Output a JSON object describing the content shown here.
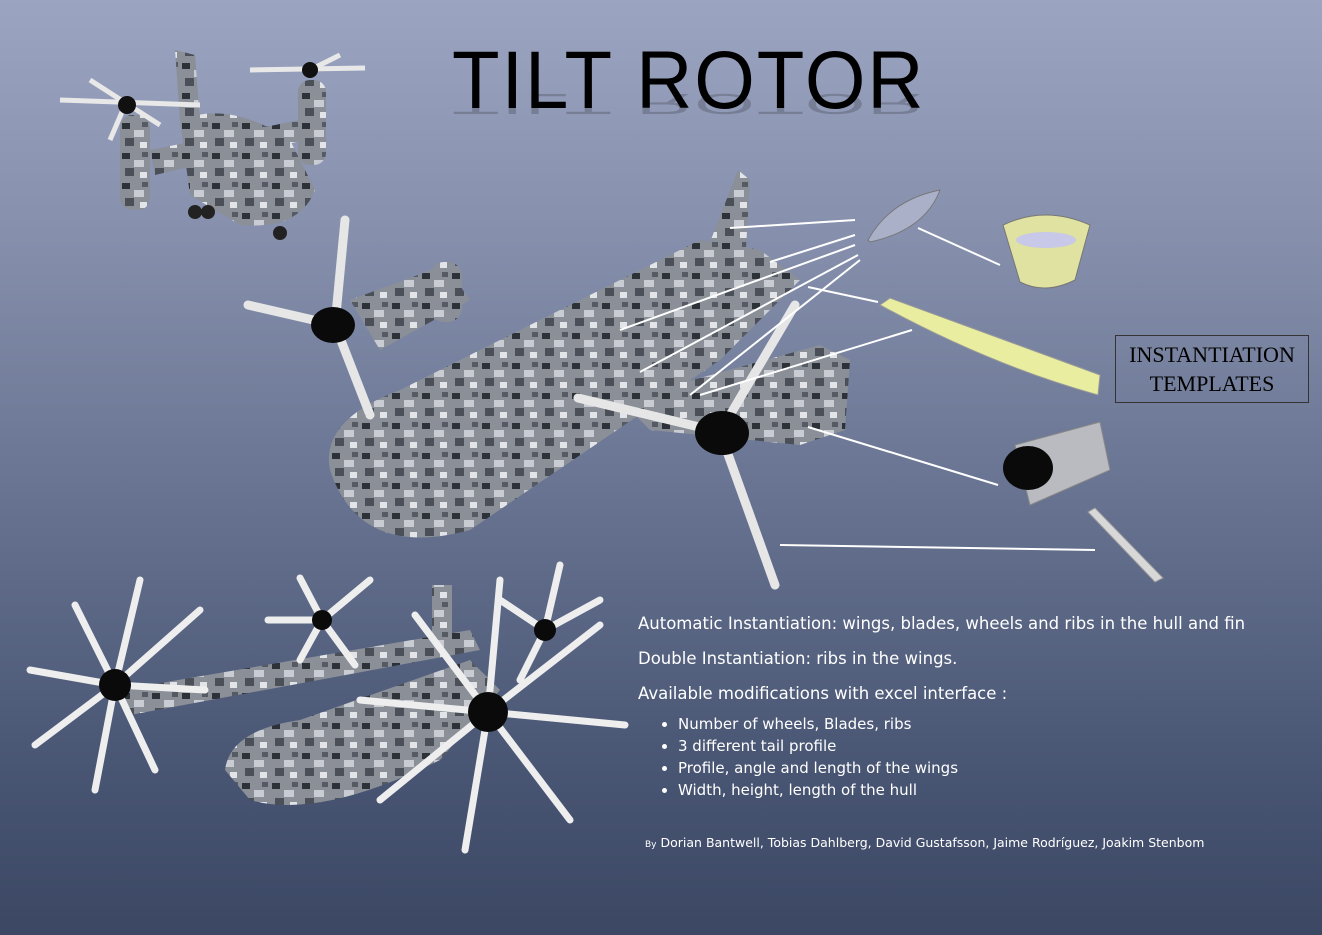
{
  "title": "TILT ROTOR",
  "templates_label": {
    "line1": "INSTANTIATION",
    "line2": "TEMPLATES"
  },
  "info": {
    "automatic": "Automatic Instantiation: wings, blades, wheels and ribs in the hull and fin",
    "double": "Double Instantiation: ribs in the wings.",
    "modifications_heading": "Available modifications with excel interface :",
    "modifications": [
      "Number of wheels, Blades, ribs",
      "3 different tail profile",
      "Profile, angle and length of the wings",
      "Width, height, length of the hull"
    ]
  },
  "authors": {
    "prefix": "By",
    "names": "Dorian Bantwell, Tobias Dahlberg, David Gustafsson, Jaime Rodríguez, Joakim Stenbom"
  },
  "colors": {
    "hull": "#6f747c",
    "template_wing": "#e8eda0",
    "nacelle": "#b9bbc0"
  }
}
